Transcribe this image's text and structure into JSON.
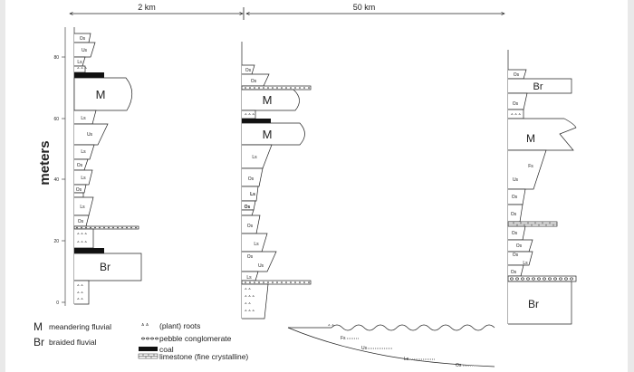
{
  "distances": {
    "left": "2 km",
    "right": "50 km"
  },
  "axis": {
    "title": "meters",
    "ticks": [
      {
        "label": "0",
        "value": 0
      },
      {
        "label": "20",
        "value": 20
      },
      {
        "label": "40",
        "value": 40
      },
      {
        "label": "60",
        "value": 60
      },
      {
        "label": "80",
        "value": 80
      }
    ]
  },
  "columns": [
    {
      "id": "left",
      "labels": [
        {
          "text": "Os",
          "size": 5
        },
        {
          "text": "Us",
          "size": 5
        },
        {
          "text": "Ls",
          "size": 5
        },
        {
          "text": "M",
          "size": 13
        },
        {
          "text": "Ls",
          "size": 5
        },
        {
          "text": "Us",
          "size": 5
        },
        {
          "text": "Ls",
          "size": 5
        },
        {
          "text": "Os",
          "size": 5
        },
        {
          "text": "Ls",
          "size": 5
        },
        {
          "text": "Os",
          "size": 5
        },
        {
          "text": "Ls",
          "size": 5
        },
        {
          "text": "Os",
          "size": 5
        },
        {
          "text": "Br",
          "size": 12
        }
      ]
    },
    {
      "id": "middle",
      "labels": [
        {
          "text": "Os",
          "size": 5
        },
        {
          "text": "Os",
          "size": 5
        },
        {
          "text": "M",
          "size": 13
        },
        {
          "text": "M",
          "size": 13
        },
        {
          "text": "Ls",
          "size": 5
        },
        {
          "text": "Os",
          "size": 5
        },
        {
          "text": "Ls",
          "size": 5
        },
        {
          "text": "Os",
          "size": 5
        },
        {
          "text": "Os",
          "size": 5
        },
        {
          "text": "Ls",
          "size": 5
        },
        {
          "text": "Os",
          "size": 5
        },
        {
          "text": "Us",
          "size": 5
        },
        {
          "text": "Ls",
          "size": 5
        }
      ]
    },
    {
      "id": "right",
      "labels": [
        {
          "text": "Os",
          "size": 5
        },
        {
          "text": "Br",
          "size": 11
        },
        {
          "text": "Os",
          "size": 5
        },
        {
          "text": "M",
          "size": 12
        },
        {
          "text": "Fs",
          "size": 5
        },
        {
          "text": "Us",
          "size": 5
        },
        {
          "text": "Os",
          "size": 5
        },
        {
          "text": "Os",
          "size": 5
        },
        {
          "text": "Os",
          "size": 5
        },
        {
          "text": "Os",
          "size": 5
        },
        {
          "text": "Os",
          "size": 5
        },
        {
          "text": "Ls",
          "size": 5
        },
        {
          "text": "Os",
          "size": 5
        },
        {
          "text": "Br",
          "size": 12
        }
      ]
    }
  ],
  "legend": {
    "meandering": {
      "symbol": "M",
      "text": "meandering fluvial"
    },
    "braided": {
      "symbol": "Br",
      "text": "braided fluvial"
    },
    "roots": "(plant) roots",
    "pebble": "pebble conglomerate",
    "coal": "coal",
    "limestone": "limestone (fine crystalline)"
  },
  "grain_key": {
    "labels": [
      "Fs",
      "Us",
      "Ls",
      "Os"
    ]
  },
  "colors": {
    "line": "#222222",
    "coal": "#111111",
    "background": "#ffffff"
  }
}
